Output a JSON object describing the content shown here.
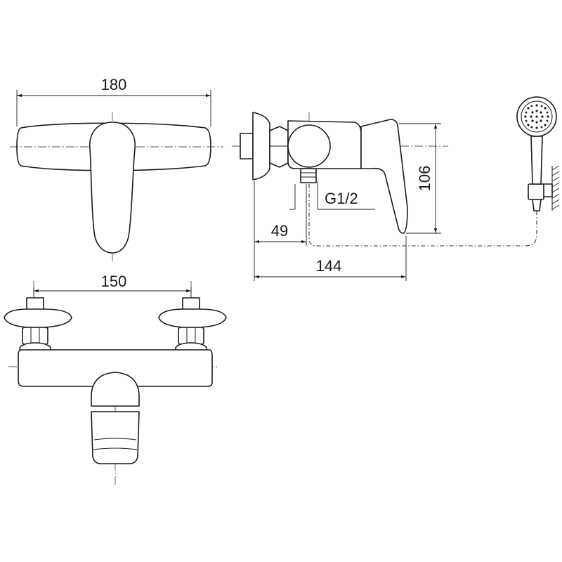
{
  "dimensions": {
    "top_width": "180",
    "front_spacing": "150",
    "height": "106",
    "thread": "G1/2",
    "offset_inlet": "49",
    "projection": "144"
  }
}
